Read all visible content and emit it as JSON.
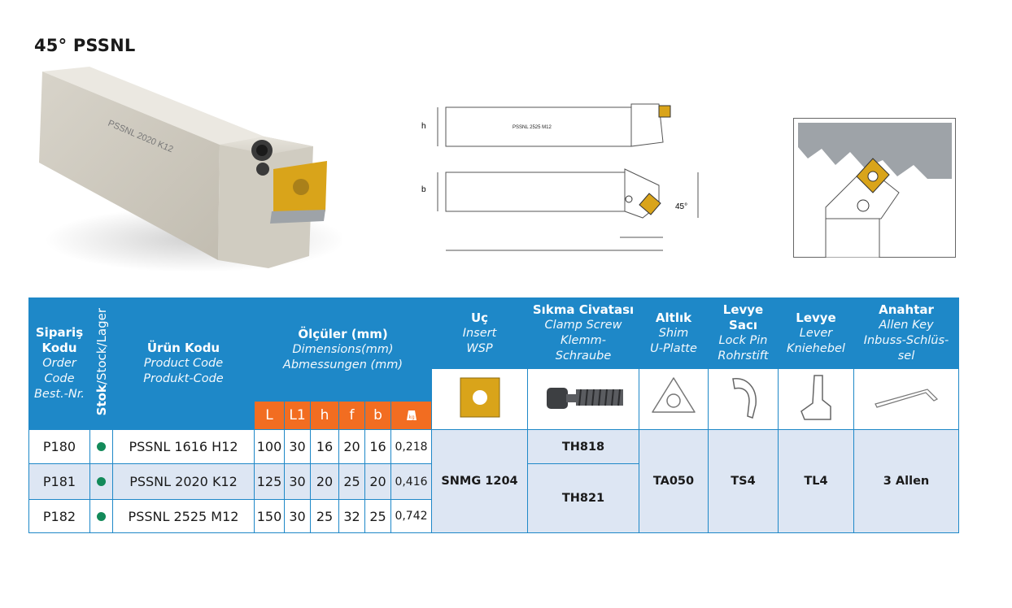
{
  "page_title": "45° PSSNL",
  "tool_label": "PSSNL 2020 K12",
  "drawing": {
    "side_label": "PSSNL 2525 M12",
    "dim_h": "h",
    "dim_b": "b",
    "angle": "45°"
  },
  "table": {
    "headers": {
      "order": [
        "Sipariş",
        "Kodu",
        "Order",
        "Code",
        "Best.-Nr."
      ],
      "stock_bold": "Stok",
      "stock_rest": "/Stock/Lager",
      "product": [
        "Ürün Kodu",
        "Product Code",
        "Produkt-Code"
      ],
      "dimensions": [
        "Ölçüler (mm)",
        "Dimensions(mm)",
        "Abmessungen (mm)"
      ],
      "insert": [
        "Uç",
        "Insert",
        "WSP"
      ],
      "clamp": [
        "Sıkma Civatası",
        "Clamp Screw",
        "Klemm-",
        "Schraube"
      ],
      "shim": [
        "Altlık",
        "Shim",
        "U-Platte"
      ],
      "lockpin": [
        "Levye",
        "Sacı",
        "Lock Pin",
        "Rohrstift"
      ],
      "lever": [
        "Levye",
        "Lever",
        "Kniehebel"
      ],
      "key": [
        "Anahtar",
        "Allen Key",
        "Inbuss-Schlüs-",
        "sel"
      ]
    },
    "dim_cols": [
      "L",
      "L1",
      "h",
      "f",
      "b"
    ],
    "weight_icon": "kg",
    "rows": [
      {
        "order": "P180",
        "product": "PSSNL 1616 H12",
        "L": "100",
        "L1": "30",
        "h": "16",
        "f": "20",
        "b": "16",
        "kg": "0,218"
      },
      {
        "order": "P181",
        "product": "PSSNL 2020 K12",
        "L": "125",
        "L1": "30",
        "h": "20",
        "f": "25",
        "b": "20",
        "kg": "0,416"
      },
      {
        "order": "P182",
        "product": "PSSNL 2525 M12",
        "L": "150",
        "L1": "30",
        "h": "25",
        "f": "32",
        "b": "25",
        "kg": "0,742"
      }
    ],
    "insert_code": "SNMG 1204",
    "clamp_codes": [
      "TH818",
      "TH821"
    ],
    "shim_code": "TA050",
    "lockpin_code": "TS4",
    "lever_code": "TL4",
    "key_code": "3 Allen"
  },
  "colors": {
    "header_blue": "#1e88c8",
    "dim_orange": "#f26d21",
    "row_alt": "#dde6f3",
    "stock_green": "#138a5a",
    "insert_gold": "#d9a41a"
  }
}
